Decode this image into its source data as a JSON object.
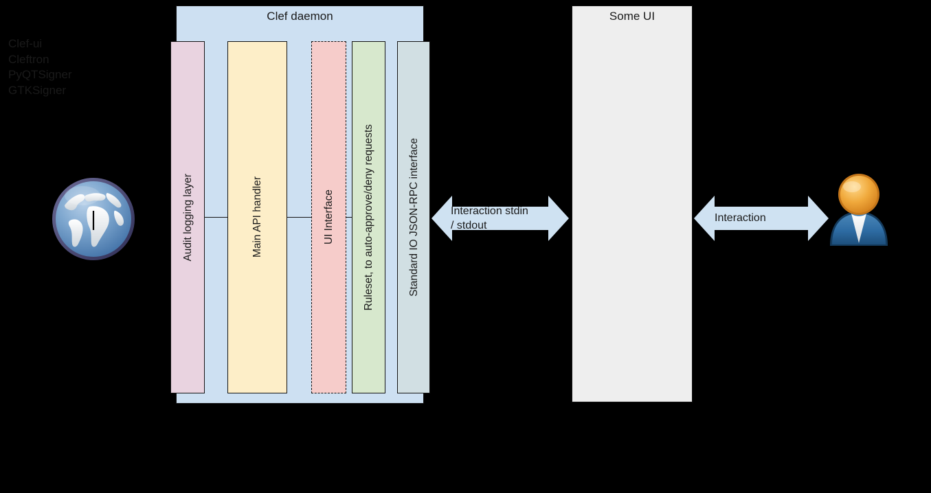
{
  "diagram": {
    "background_color": "#000000",
    "daemon": {
      "title": "Clef daemon",
      "fill": "#cde0f2",
      "lanes": [
        {
          "id": "audit",
          "label": "Audit logging layer",
          "fill": "#e9d3e0",
          "border": "solid"
        },
        {
          "id": "api",
          "label": "Main API handler",
          "fill": "#fdeec8",
          "border": "solid"
        },
        {
          "id": "ui",
          "label": "UI Interface",
          "fill": "#f6ccca",
          "border": "dashed"
        },
        {
          "id": "ruleset",
          "label": "Ruleset, to auto-approve/deny requests",
          "fill": "#d7e8cd",
          "border": "solid"
        },
        {
          "id": "stdio",
          "label": "Standard IO JSON-RPC interface",
          "fill": "#d1dfe3",
          "border": "solid"
        }
      ]
    },
    "some_ui": {
      "title": "Some UI",
      "fill": "#eeeeee",
      "items": [
        "Clef-ui",
        "Cleftron",
        "PyQTSigner",
        "GTKSigner"
      ]
    },
    "arrows": [
      {
        "id": "stdio-arrow",
        "label": "Interaction stdin\n/ stdout",
        "fill": "#cfe2f2"
      },
      {
        "id": "user-arrow",
        "label": "Interaction",
        "fill": "#cfe2f2"
      }
    ],
    "icons": {
      "globe": "globe-icon",
      "user": "user-icon"
    }
  }
}
